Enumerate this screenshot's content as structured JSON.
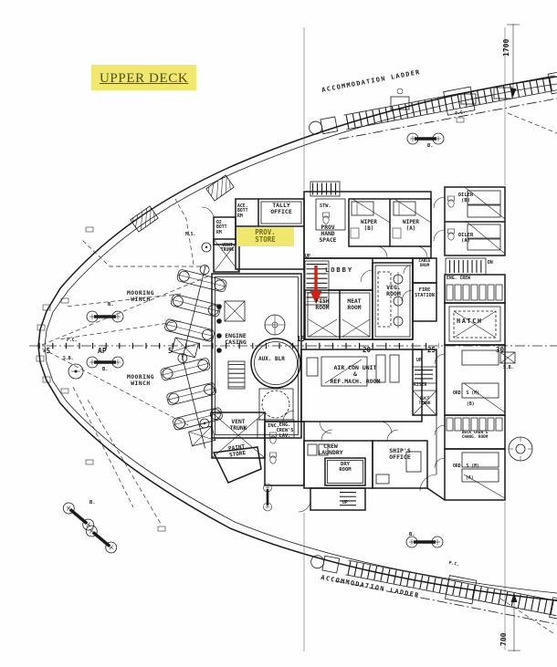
{
  "title": "UPPER DECK",
  "colors": {
    "highlight": "#f0e86d",
    "arrow_red": "#d81e10",
    "ink": "#1b1b1b",
    "paper": "#ffffff"
  },
  "dimensions": {
    "top_right": "1700",
    "bottom_right": "700"
  },
  "frames": [
    "-5",
    "AP",
    "5",
    "15",
    "20",
    "25",
    "30"
  ],
  "deck": {
    "ladder_top": "ACCOMMODATION LADDER",
    "ladder_bottom": "ACCOMMODATION LADDER",
    "winch_top": "MOORING\nWINCH",
    "winch_bottom": "MOORING\nWINCH",
    "bollard": "B.",
    "chock": "P.C.",
    "side_bitt": "S.B.",
    "ms_mark": "M.S."
  },
  "stairs": {
    "up": "UP",
    "down": "DN"
  },
  "rooms": {
    "tally_office": "TALLY\nOFFICE",
    "ace_bott": "ACE.\nBOTT\nRM",
    "o2_bott": "O2\nBOTT\nRM",
    "prov_store": "PROV.\nSTORE",
    "vent_trunk_fwd": "VENT\nTRUNK",
    "prov_hand": "PROV\nHAND\nSPACE",
    "stw": "STW.",
    "wiper_b": "WIPER\n(B)",
    "wiper_a": "WIPER\n(A)",
    "oiler_b": "OILER\n(B)",
    "oiler_a": "OILER\n(A)",
    "lobby": "LOBBY",
    "veg": "VEG.\nROOM",
    "fish": "FISH\nROOM",
    "meat": "MEAT\nROOM",
    "cable": "CABLE\nDRUM",
    "fire": "FIRE\nSTATION",
    "engine_casing": "ENGINE\nCASING",
    "aux_blr": "AUX. BLR",
    "inc": "INC.",
    "aircon": "AIR CON UNIT\n&\nREF.MACH. ROOM",
    "riser": "RISER",
    "duct": "DUCT\nTRUNK",
    "vent_trunk_aft": "VENT\nTRUNK",
    "paint": "PAINT\nSTORE",
    "lav": "ENG.\nCREW'S\nLAV.",
    "laundry": "CREW\nLAUNDRY",
    "dry": "DRY\nROOM",
    "office": "SHIP'S\nOFFICE",
    "eng_crew": "ENG. CREW",
    "hatch": "HATCH",
    "chang": "DECK CREW'S\nCHANG. ROOM",
    "ord_b": "ORD. S (M)",
    "ord_b_tag": "(B)",
    "ord_a": "ORD. S (M)",
    "ord_a_tag": "(A)"
  }
}
